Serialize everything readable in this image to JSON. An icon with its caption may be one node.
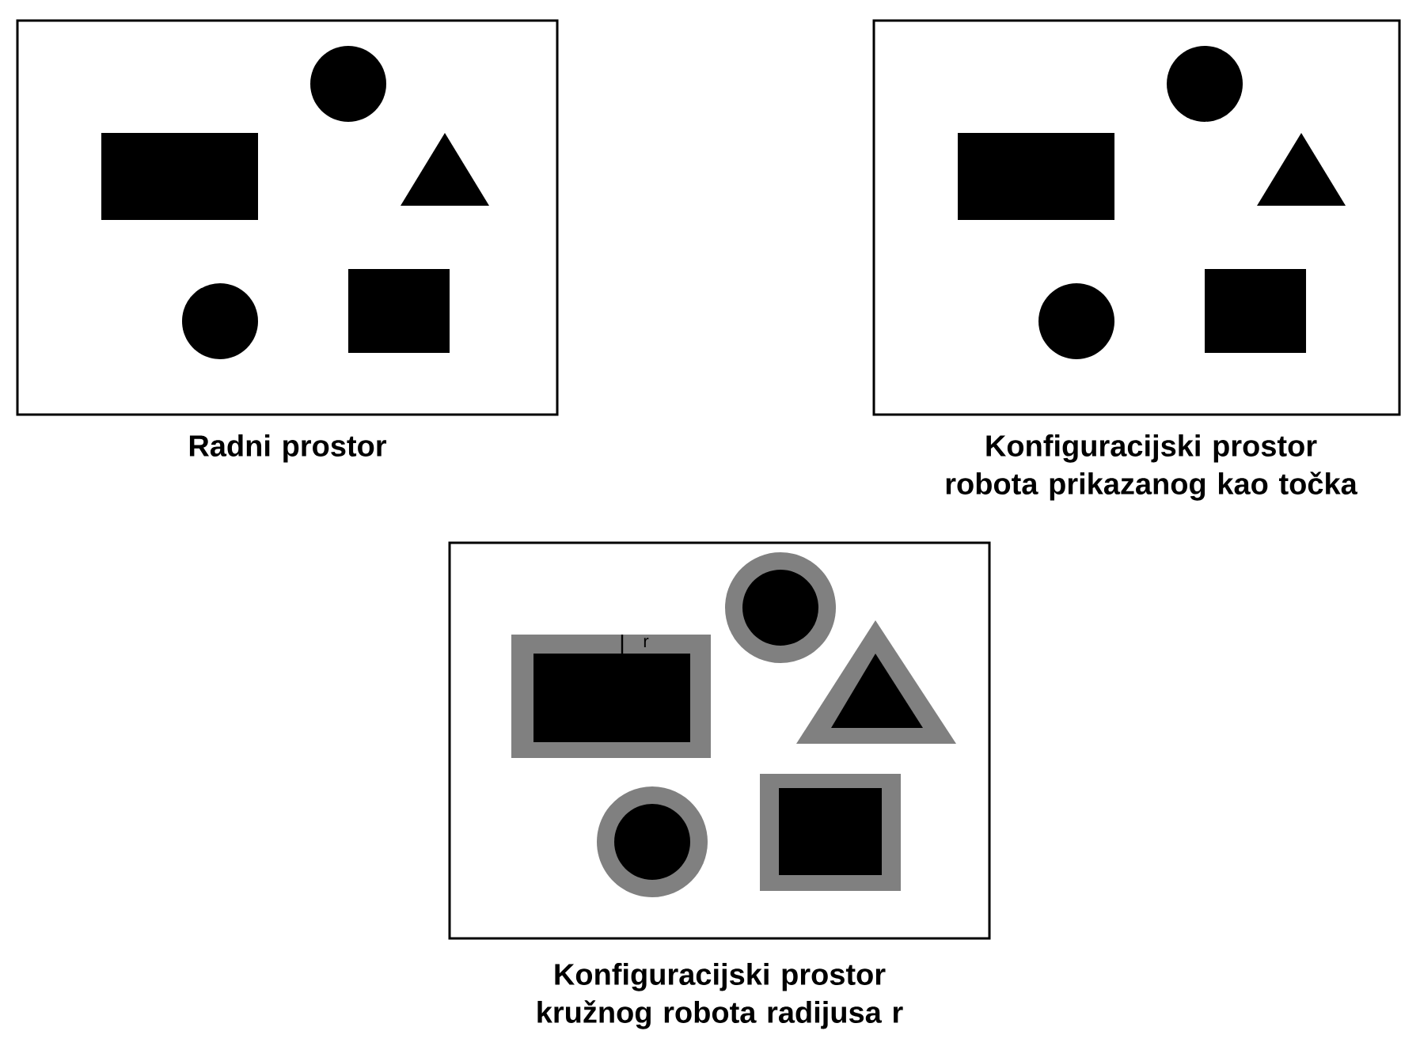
{
  "diagram": {
    "nodes": [
      {
        "text": [
          "Radni prostor"
        ]
      },
      {
        "text": [
          "Konfiguracijski prostor robota prikazanog kao točka"
        ]
      },
      {
        "text": [
          "Konfiguracijski prostor kružnog robota radijusa r"
        ]
      }
    ],
    "labels": [
      "r"
    ]
  }
}
